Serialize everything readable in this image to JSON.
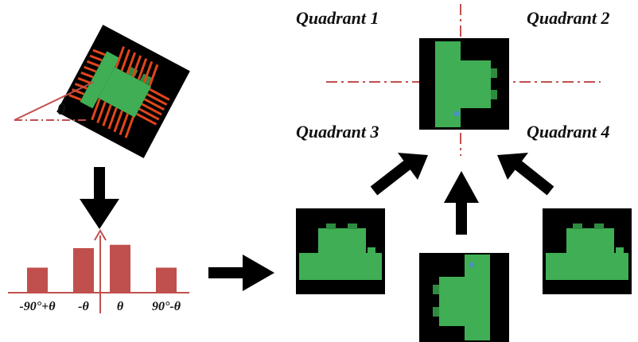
{
  "quadrants": {
    "q1": "Quadrant 1",
    "q2": "Quadrant 2",
    "q3": "Quadrant 3",
    "q4": "Quadrant 4"
  },
  "theta_symbol": "θ",
  "histogram": {
    "labels": [
      "-90°+θ",
      "-θ",
      "θ",
      "90°-θ"
    ],
    "values": [
      0.45,
      0.8,
      0.86,
      0.45
    ],
    "bar_color": "#c0504d",
    "axis_color": "#c0504d"
  },
  "colors": {
    "brick_green": "#3fae54",
    "brick_dark": "#2e8c3f",
    "background_black": "#000000",
    "feature_red": "#e0451b",
    "dashdot_red": "#c0504d",
    "arrow_black": "#000000"
  },
  "icons": {
    "big_arrows": "black-arrow-icon"
  }
}
